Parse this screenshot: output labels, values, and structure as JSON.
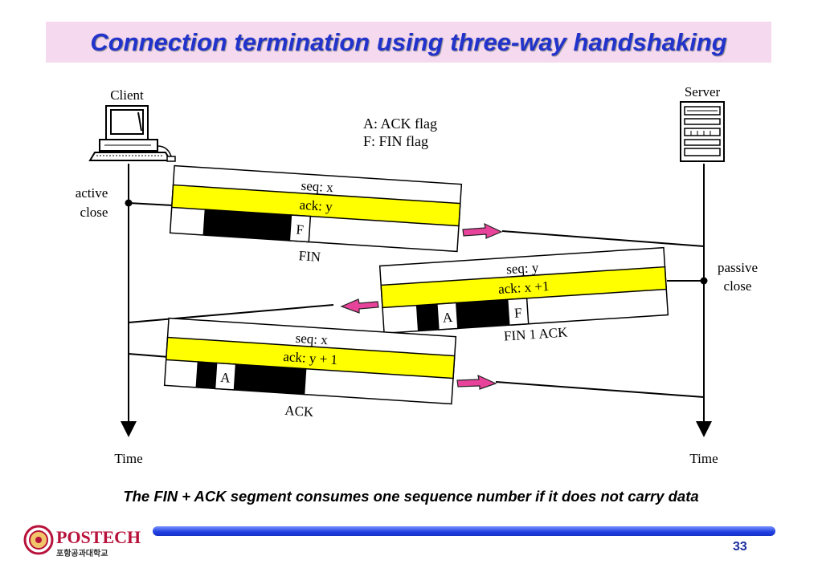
{
  "title": "Connection termination using three-way handshaking",
  "footnote": "The FIN + ACK segment consumes one sequence number if it does not carry data",
  "page_number": "33",
  "logo": {
    "text": "POSTECH",
    "subtext": "포항공과대학교",
    "icon": "university-seal-icon"
  },
  "colors": {
    "title": "#2233cc",
    "title_bg": "#f5d9ee",
    "segment_band": "#ffff00",
    "arrow": "#e8439a",
    "footer_bar": "#1f3ee0"
  },
  "diagram": {
    "client_label": "Client",
    "server_label": "Server",
    "legend": {
      "ack": "A: ACK flag",
      "fin": "F: FIN flag"
    },
    "active_close": [
      "active",
      "close"
    ],
    "passive_close": [
      "passive",
      "close"
    ],
    "time_left": "Time",
    "time_right": "Time",
    "segments": [
      {
        "seq": "seq: x",
        "ack": "ack: y",
        "flag": "F",
        "name": "FIN"
      },
      {
        "seq": "seq: y",
        "ack": "ack: x +1",
        "flag_a": "A",
        "flag_f": "F",
        "name": "FIN 1 ACK"
      },
      {
        "seq": "seq: x",
        "ack": "ack: y + 1",
        "flag": "A",
        "name": "ACK"
      }
    ]
  }
}
